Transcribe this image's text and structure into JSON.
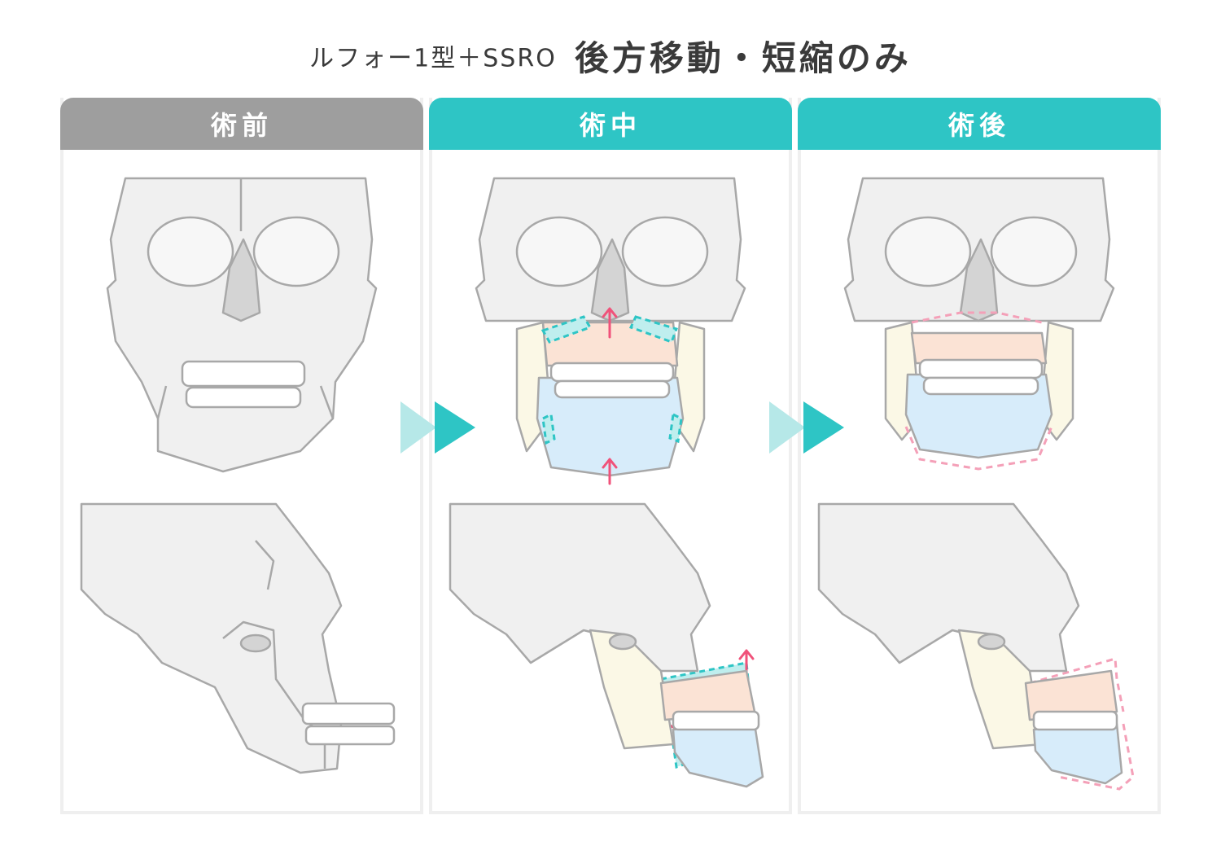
{
  "title": {
    "subtitle": "ルフォー1型＋SSRO",
    "main": "後方移動・短縮のみ"
  },
  "panels": [
    {
      "label": "術前",
      "header_color": "#9e9e9e"
    },
    {
      "label": "術中",
      "header_color": "#2ec5c5"
    },
    {
      "label": "術後",
      "header_color": "#2ec5c5"
    }
  ],
  "colors": {
    "bone": "#f0f0f0",
    "bone_outline": "#a8a8a8",
    "upper_jaw": "#fbe3d5",
    "lower_jaw": "#d7ecfa",
    "ramus": "#fbf8e6",
    "cut_line": "#2ec5c5",
    "movement_arrow": "#f0527a",
    "post_outline": "#f4a0b8"
  }
}
